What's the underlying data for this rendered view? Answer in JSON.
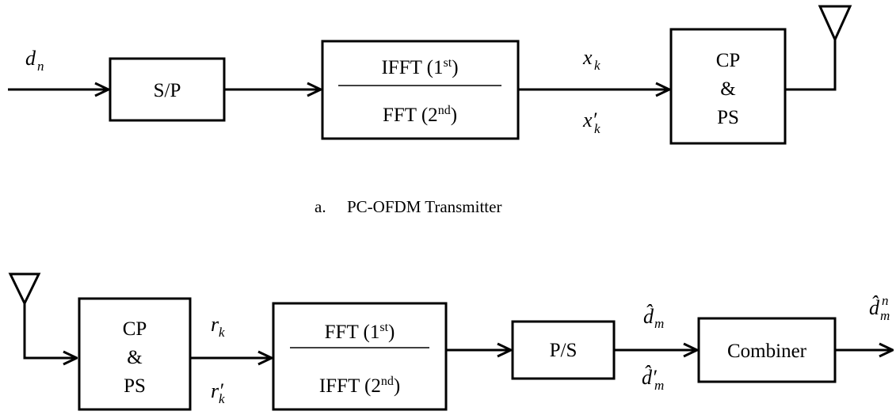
{
  "transmitter": {
    "caption_marker": "a.",
    "caption": "PC-OFDM Transmitter",
    "input_symbol": "d",
    "input_sub": "n",
    "sp_label": "S/P",
    "transform_top": "IFFT (1",
    "transform_top_sup": "st",
    "transform_bottom": "FFT (2",
    "transform_bottom_sup": "nd",
    "out_symbol": "x",
    "out_sub": "k",
    "out2_symbol": "x′",
    "out2_sub": "k",
    "cp_line1": "CP",
    "cp_line2": "&",
    "cp_line3": "PS"
  },
  "receiver": {
    "cp_line1": "CP",
    "cp_line2": "&",
    "cp_line3": "PS",
    "in_symbol": "r",
    "in_sub": "k",
    "in2_symbol": "r′",
    "in2_sub": "k",
    "transform_top": "FFT (1",
    "transform_top_sup": "st",
    "transform_bottom": "IFFT (2",
    "transform_bottom_sup": "nd",
    "ps_label": "P/S",
    "est_symbol": "d̂",
    "est_sub": "m",
    "est2_symbol": "d̂′",
    "est2_sub": "m",
    "combiner_label": "Combiner",
    "final_symbol": "d̂",
    "final_sub": "m",
    "final_sup": "n"
  }
}
